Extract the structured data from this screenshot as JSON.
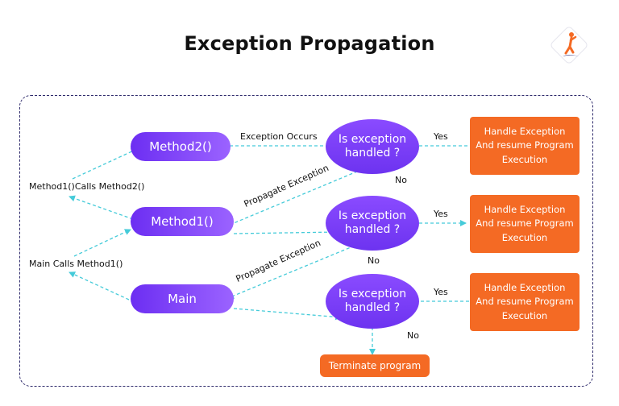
{
  "title": "Exception Propagation",
  "logo": {
    "icon": "person-jumping-logo-icon"
  },
  "nodes": {
    "method2": "Method2()",
    "method1": "Method1()",
    "main": "Main"
  },
  "decisions": [
    "Is exception handled ?",
    "Is exception handled ?",
    "Is exception handled ?"
  ],
  "handlers": [
    "Handle Exception And resume Program Execution",
    "Handle Exception And resume Program Execution",
    "Handle Exception And resume Program Execution"
  ],
  "terminate": "Terminate program",
  "labels": {
    "exception_occurs": "Exception Occurs",
    "yes1": "Yes",
    "yes2": "Yes",
    "yes3": "Yes",
    "no1": "No",
    "no2": "No",
    "no3": "No",
    "propagate1": "Propagate Exception",
    "propagate2": "Propagate Exception",
    "method1_calls_method2": "Method1()Calls Method2()",
    "main_calls_method1": "Main Calls Method1()"
  },
  "colors": {
    "purple": "#7a3cf5",
    "orange": "#f46a24",
    "arrow": "#45cbd9",
    "frame": "#2e2a6b"
  }
}
